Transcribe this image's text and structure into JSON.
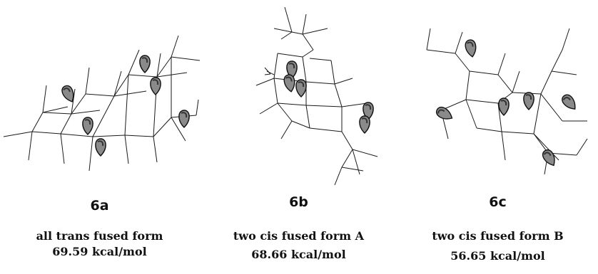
{
  "structures": [
    {
      "label": "6a",
      "description": "all trans fused form",
      "energy": "69.59 kcal/mol"
    },
    {
      "label": "6b",
      "description": "two cis fused form A",
      "energy": "68.66 kcal/mol"
    },
    {
      "label": "6c",
      "description": "two cis fused form B",
      "energy": "56.65 kcal/mol"
    }
  ]
}
